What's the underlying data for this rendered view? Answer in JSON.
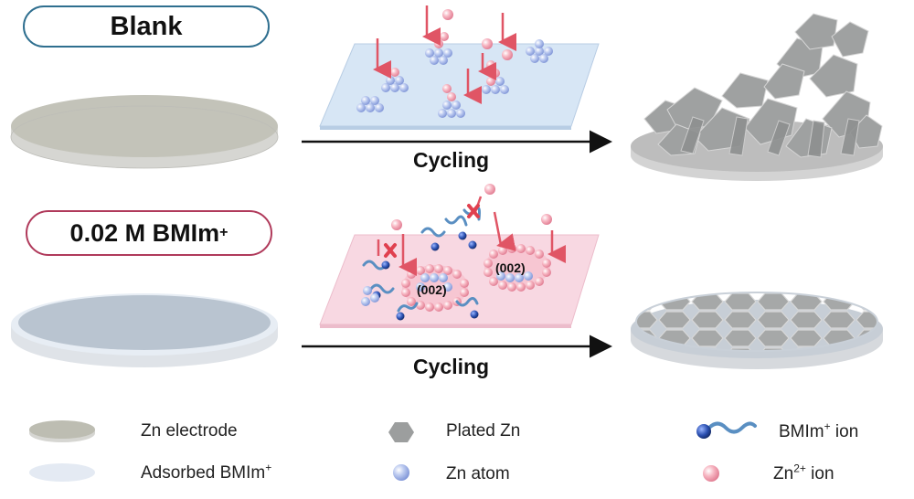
{
  "labels": {
    "blank": "Blank",
    "bmim_prefix": "0.02 M BMIm",
    "bmim_sup": "+",
    "cycling_top": "Cycling",
    "cycling_bottom": "Cycling",
    "facet_1": "(002)",
    "facet_2": "(002)"
  },
  "legend": {
    "zn_electrode": "Zn electrode",
    "adsorbed_prefix": "Adsorbed BMIm",
    "adsorbed_sup": "+",
    "plated_zn": "Plated Zn",
    "zn_atom": "Zn atom",
    "bmim_ion_prefix": "BMIm",
    "bmim_ion_sup": "+",
    "bmim_ion_suffix": " ion",
    "zn2_prefix": "Zn",
    "zn2_sup": "2+",
    "zn2_suffix": " ion"
  },
  "colors": {
    "blank_border": "#2f6f8f",
    "bmim_border": "#b03a5b",
    "electrode_top": "#c3c3b9",
    "adsorbed_top": "#b9c4d0",
    "plane_blue": "#d7e6f5",
    "plane_pink": "#f8d8e2",
    "zn_ion": "#f2a0b0",
    "zn_atom": "#a8b8e8",
    "arrow_red": "#e05565"
  },
  "icons": [
    "plated-zn-hexagon-icon",
    "zn-atom-icon",
    "bmim-ion-icon",
    "zn2-ion-icon",
    "blocked-x-icon"
  ]
}
